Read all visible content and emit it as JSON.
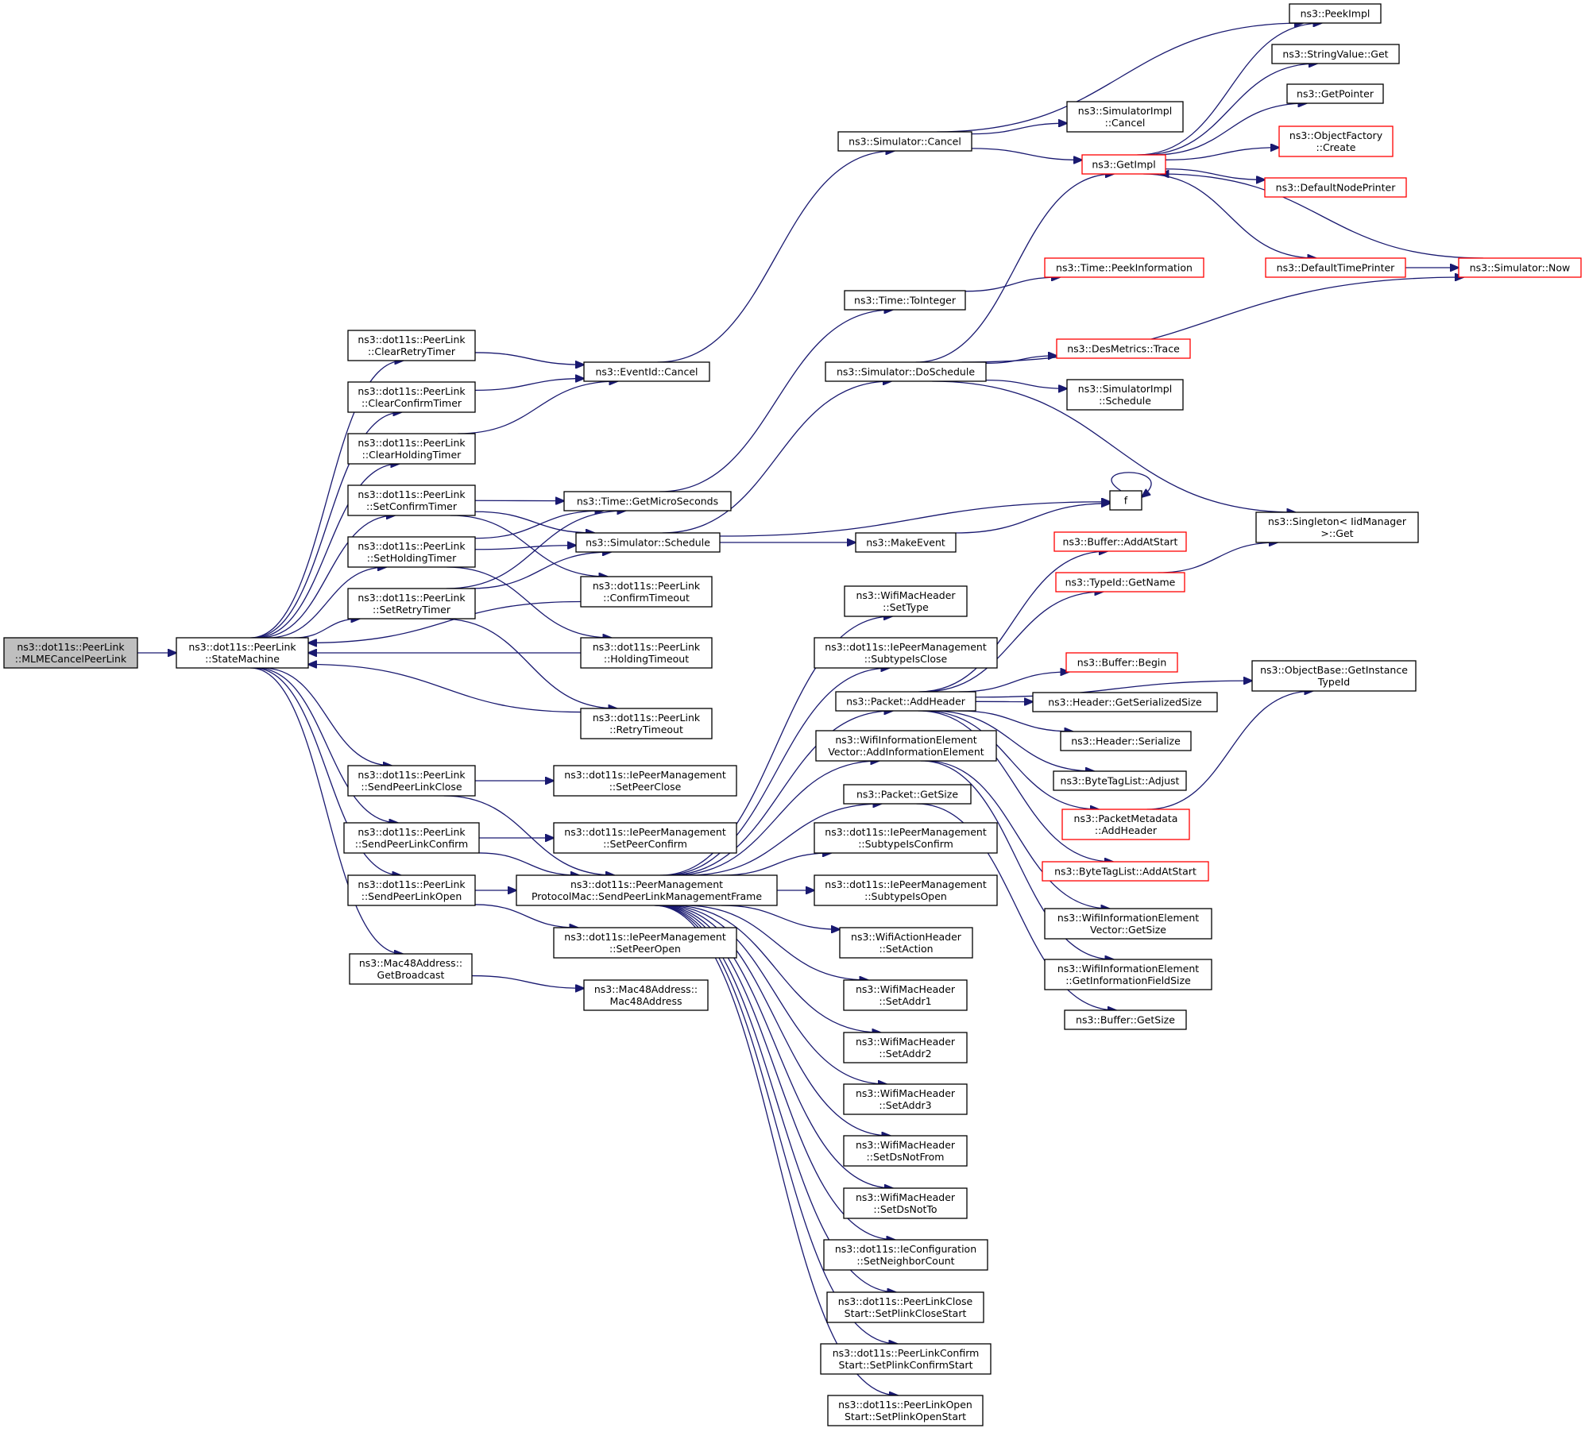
{
  "colors": {
    "edge": "#191970",
    "border_default": "#000000",
    "border_red": "#ff0000",
    "root_fill": "#bfbfbf"
  },
  "nodes": [
    {
      "id": "root",
      "lines": [
        "ns3::dot11s::PeerLink",
        "::MLMECancelPeerLink"
      ],
      "style": "root"
    },
    {
      "id": "sm",
      "lines": [
        "ns3::dot11s::PeerLink",
        "::StateMachine"
      ]
    },
    {
      "id": "crt",
      "lines": [
        "ns3::dot11s::PeerLink",
        "::ClearRetryTimer"
      ]
    },
    {
      "id": "cct",
      "lines": [
        "ns3::dot11s::PeerLink",
        "::ClearConfirmTimer"
      ]
    },
    {
      "id": "cht",
      "lines": [
        "ns3::dot11s::PeerLink",
        "::ClearHoldingTimer"
      ]
    },
    {
      "id": "sct",
      "lines": [
        "ns3::dot11s::PeerLink",
        "::SetConfirmTimer"
      ]
    },
    {
      "id": "sht",
      "lines": [
        "ns3::dot11s::PeerLink",
        "::SetHoldingTimer"
      ]
    },
    {
      "id": "srt",
      "lines": [
        "ns3::dot11s::PeerLink",
        "::SetRetryTimer"
      ]
    },
    {
      "id": "splc",
      "lines": [
        "ns3::dot11s::PeerLink",
        "::SendPeerLinkClose"
      ]
    },
    {
      "id": "splcf",
      "lines": [
        "ns3::dot11s::PeerLink",
        "::SendPeerLinkConfirm"
      ]
    },
    {
      "id": "splo",
      "lines": [
        "ns3::dot11s::PeerLink",
        "::SendPeerLinkOpen"
      ]
    },
    {
      "id": "gbc",
      "lines": [
        "ns3::Mac48Address::",
        "GetBroadcast"
      ]
    },
    {
      "id": "evc",
      "lines": [
        "ns3::EventId::Cancel"
      ]
    },
    {
      "id": "gms",
      "lines": [
        "ns3::Time::GetMicroSeconds"
      ]
    },
    {
      "id": "ssch",
      "lines": [
        "ns3::Simulator::Schedule"
      ]
    },
    {
      "id": "cto",
      "lines": [
        "ns3::dot11s::PeerLink",
        "::ConfirmTimeout"
      ]
    },
    {
      "id": "hto",
      "lines": [
        "ns3::dot11s::PeerLink",
        "::HoldingTimeout"
      ]
    },
    {
      "id": "rto",
      "lines": [
        "ns3::dot11s::PeerLink",
        "::RetryTimeout"
      ]
    },
    {
      "id": "spc",
      "lines": [
        "ns3::dot11s::IePeerManagement",
        "::SetPeerClose"
      ]
    },
    {
      "id": "spcf",
      "lines": [
        "ns3::dot11s::IePeerManagement",
        "::SetPeerConfirm"
      ]
    },
    {
      "id": "spmf",
      "lines": [
        "ns3::dot11s::PeerManagement",
        "ProtocolMac::SendPeerLinkManagementFrame"
      ]
    },
    {
      "id": "spo",
      "lines": [
        "ns3::dot11s::IePeerManagement",
        "::SetPeerOpen"
      ]
    },
    {
      "id": "m48",
      "lines": [
        "ns3::Mac48Address::",
        "Mac48Address"
      ]
    },
    {
      "id": "simc",
      "lines": [
        "ns3::Simulator::Cancel"
      ]
    },
    {
      "id": "tti",
      "lines": [
        "ns3::Time::ToInteger"
      ]
    },
    {
      "id": "dosch",
      "lines": [
        "ns3::Simulator::DoSchedule"
      ]
    },
    {
      "id": "mke",
      "lines": [
        "ns3::MakeEvent"
      ]
    },
    {
      "id": "simplc",
      "lines": [
        "ns3::SimulatorImpl",
        "::Cancel"
      ]
    },
    {
      "id": "gimpl",
      "lines": [
        "ns3::GetImpl"
      ],
      "style": "red"
    },
    {
      "id": "tpi",
      "lines": [
        "ns3::Time::PeekInformation"
      ],
      "style": "red"
    },
    {
      "id": "dmt",
      "lines": [
        "ns3::DesMetrics::Trace"
      ],
      "style": "red"
    },
    {
      "id": "simps",
      "lines": [
        "ns3::SimulatorImpl",
        "::Schedule"
      ]
    },
    {
      "id": "f",
      "lines": [
        "f"
      ]
    },
    {
      "id": "wst",
      "lines": [
        "ns3::WifiMacHeader",
        "::SetType"
      ]
    },
    {
      "id": "sic",
      "lines": [
        "ns3::dot11s::IePeerManagement",
        "::SubtypeIsClose"
      ]
    },
    {
      "id": "pah",
      "lines": [
        "ns3::Packet::AddHeader"
      ]
    },
    {
      "id": "aie",
      "lines": [
        "ns3::WifiInformationElement",
        "Vector::AddInformationElement"
      ]
    },
    {
      "id": "pgs",
      "lines": [
        "ns3::Packet::GetSize"
      ]
    },
    {
      "id": "sicf",
      "lines": [
        "ns3::dot11s::IePeerManagement",
        "::SubtypeIsConfirm"
      ]
    },
    {
      "id": "sio",
      "lines": [
        "ns3::dot11s::IePeerManagement",
        "::SubtypeIsOpen"
      ]
    },
    {
      "id": "wsa",
      "lines": [
        "ns3::WifiActionHeader",
        "::SetAction"
      ]
    },
    {
      "id": "sa1",
      "lines": [
        "ns3::WifiMacHeader",
        "::SetAddr1"
      ]
    },
    {
      "id": "sa2",
      "lines": [
        "ns3::WifiMacHeader",
        "::SetAddr2"
      ]
    },
    {
      "id": "sa3",
      "lines": [
        "ns3::WifiMacHeader",
        "::SetAddr3"
      ]
    },
    {
      "id": "sdnf",
      "lines": [
        "ns3::WifiMacHeader",
        "::SetDsNotFrom"
      ]
    },
    {
      "id": "sdnt",
      "lines": [
        "ns3::WifiMacHeader",
        "::SetDsNotTo"
      ]
    },
    {
      "id": "snc",
      "lines": [
        "ns3::dot11s::IeConfiguration",
        "::SetNeighborCount"
      ]
    },
    {
      "id": "spcs",
      "lines": [
        "ns3::dot11s::PeerLinkClose",
        "Start::SetPlinkCloseStart"
      ]
    },
    {
      "id": "spcfs",
      "lines": [
        "ns3::dot11s::PeerLinkConfirm",
        "Start::SetPlinkConfirmStart"
      ]
    },
    {
      "id": "spos",
      "lines": [
        "ns3::dot11s::PeerLinkOpen",
        "Start::SetPlinkOpenStart"
      ]
    },
    {
      "id": "peek",
      "lines": [
        "ns3::PeekImpl"
      ]
    },
    {
      "id": "svg",
      "lines": [
        "ns3::StringValue::Get"
      ]
    },
    {
      "id": "gptr",
      "lines": [
        "ns3::GetPointer"
      ]
    },
    {
      "id": "ofc",
      "lines": [
        "ns3::ObjectFactory",
        "::Create"
      ],
      "style": "red"
    },
    {
      "id": "dnp",
      "lines": [
        "ns3::DefaultNodePrinter"
      ],
      "style": "red"
    },
    {
      "id": "dtp",
      "lines": [
        "ns3::DefaultTimePrinter"
      ],
      "style": "red"
    },
    {
      "id": "snow",
      "lines": [
        "ns3::Simulator::Now"
      ],
      "style": "red"
    },
    {
      "id": "sing",
      "lines": [
        "ns3::Singleton< IidManager",
        ">::Get"
      ]
    },
    {
      "id": "baas",
      "lines": [
        "ns3::Buffer::AddAtStart"
      ],
      "style": "red"
    },
    {
      "id": "tgn",
      "lines": [
        "ns3::TypeId::GetName"
      ],
      "style": "red"
    },
    {
      "id": "bbeg",
      "lines": [
        "ns3::Buffer::Begin"
      ],
      "style": "red"
    },
    {
      "id": "hgss",
      "lines": [
        "ns3::Header::GetSerializedSize"
      ]
    },
    {
      "id": "hser",
      "lines": [
        "ns3::Header::Serialize"
      ]
    },
    {
      "id": "btla",
      "lines": [
        "ns3::ByteTagList::Adjust"
      ]
    },
    {
      "id": "pmah",
      "lines": [
        "ns3::PacketMetadata",
        "::AddHeader"
      ],
      "style": "red"
    },
    {
      "id": "btlas",
      "lines": [
        "ns3::ByteTagList::AddAtStart"
      ],
      "style": "red"
    },
    {
      "id": "wiegs",
      "lines": [
        "ns3::WifiInformationElement",
        "Vector::GetSize"
      ]
    },
    {
      "id": "wgifs",
      "lines": [
        "ns3::WifiInformationElement",
        "::GetInformationFieldSize"
      ]
    },
    {
      "id": "bgs",
      "lines": [
        "ns3::Buffer::GetSize"
      ]
    },
    {
      "id": "obgit",
      "lines": [
        "ns3::ObjectBase::GetInstance",
        "TypeId"
      ]
    }
  ],
  "edges": [
    [
      "root",
      "sm"
    ],
    [
      "sm",
      "crt"
    ],
    [
      "sm",
      "cct"
    ],
    [
      "sm",
      "cht"
    ],
    [
      "sm",
      "sct"
    ],
    [
      "sm",
      "sht"
    ],
    [
      "sm",
      "srt"
    ],
    [
      "sm",
      "splc"
    ],
    [
      "sm",
      "splcf"
    ],
    [
      "sm",
      "splo"
    ],
    [
      "sm",
      "gbc"
    ],
    [
      "crt",
      "evc"
    ],
    [
      "cct",
      "evc"
    ],
    [
      "cht",
      "evc"
    ],
    [
      "sct",
      "gms"
    ],
    [
      "sct",
      "ssch"
    ],
    [
      "sct",
      "cto"
    ],
    [
      "sht",
      "gms"
    ],
    [
      "sht",
      "ssch"
    ],
    [
      "sht",
      "hto"
    ],
    [
      "srt",
      "gms"
    ],
    [
      "srt",
      "ssch"
    ],
    [
      "srt",
      "rto"
    ],
    [
      "cto",
      "sm"
    ],
    [
      "hto",
      "sm"
    ],
    [
      "rto",
      "sm"
    ],
    [
      "splc",
      "spc"
    ],
    [
      "splc",
      "spmf"
    ],
    [
      "splcf",
      "spcf"
    ],
    [
      "splcf",
      "spmf"
    ],
    [
      "splo",
      "spmf"
    ],
    [
      "splo",
      "spo"
    ],
    [
      "gbc",
      "m48"
    ],
    [
      "evc",
      "simc"
    ],
    [
      "gms",
      "tti"
    ],
    [
      "ssch",
      "dosch"
    ],
    [
      "ssch",
      "mke"
    ],
    [
      "ssch",
      "f"
    ],
    [
      "mke",
      "f"
    ],
    [
      "f",
      "f"
    ],
    [
      "simc",
      "peek"
    ],
    [
      "simc",
      "simplc"
    ],
    [
      "simc",
      "gimpl"
    ],
    [
      "tti",
      "tpi"
    ],
    [
      "dosch",
      "gimpl"
    ],
    [
      "dosch",
      "snow"
    ],
    [
      "dosch",
      "dmt"
    ],
    [
      "dosch",
      "simps"
    ],
    [
      "dosch",
      "sing"
    ],
    [
      "gimpl",
      "peek"
    ],
    [
      "gimpl",
      "svg"
    ],
    [
      "gimpl",
      "gptr"
    ],
    [
      "gimpl",
      "ofc"
    ],
    [
      "gimpl",
      "dnp"
    ],
    [
      "gimpl",
      "dtp"
    ],
    [
      "dtp",
      "snow"
    ],
    [
      "snow",
      "gimpl"
    ],
    [
      "spmf",
      "wst"
    ],
    [
      "spmf",
      "sic"
    ],
    [
      "spmf",
      "pah"
    ],
    [
      "spmf",
      "aie"
    ],
    [
      "spmf",
      "pgs"
    ],
    [
      "spmf",
      "sicf"
    ],
    [
      "spmf",
      "sio"
    ],
    [
      "spmf",
      "wsa"
    ],
    [
      "spmf",
      "sa1"
    ],
    [
      "spmf",
      "sa2"
    ],
    [
      "spmf",
      "sa3"
    ],
    [
      "spmf",
      "sdnf"
    ],
    [
      "spmf",
      "sdnt"
    ],
    [
      "spmf",
      "snc"
    ],
    [
      "spmf",
      "spcs"
    ],
    [
      "spmf",
      "spcfs"
    ],
    [
      "spmf",
      "spos"
    ],
    [
      "pah",
      "baas"
    ],
    [
      "pah",
      "tgn"
    ],
    [
      "pah",
      "obgit"
    ],
    [
      "pah",
      "bbeg"
    ],
    [
      "pah",
      "hgss"
    ],
    [
      "pah",
      "hser"
    ],
    [
      "pah",
      "btla"
    ],
    [
      "pah",
      "pmah"
    ],
    [
      "pah",
      "btlas"
    ],
    [
      "tgn",
      "sing"
    ],
    [
      "pmah",
      "obgit"
    ],
    [
      "aie",
      "wiegs"
    ],
    [
      "aie",
      "wgifs"
    ],
    [
      "pgs",
      "bgs"
    ]
  ]
}
